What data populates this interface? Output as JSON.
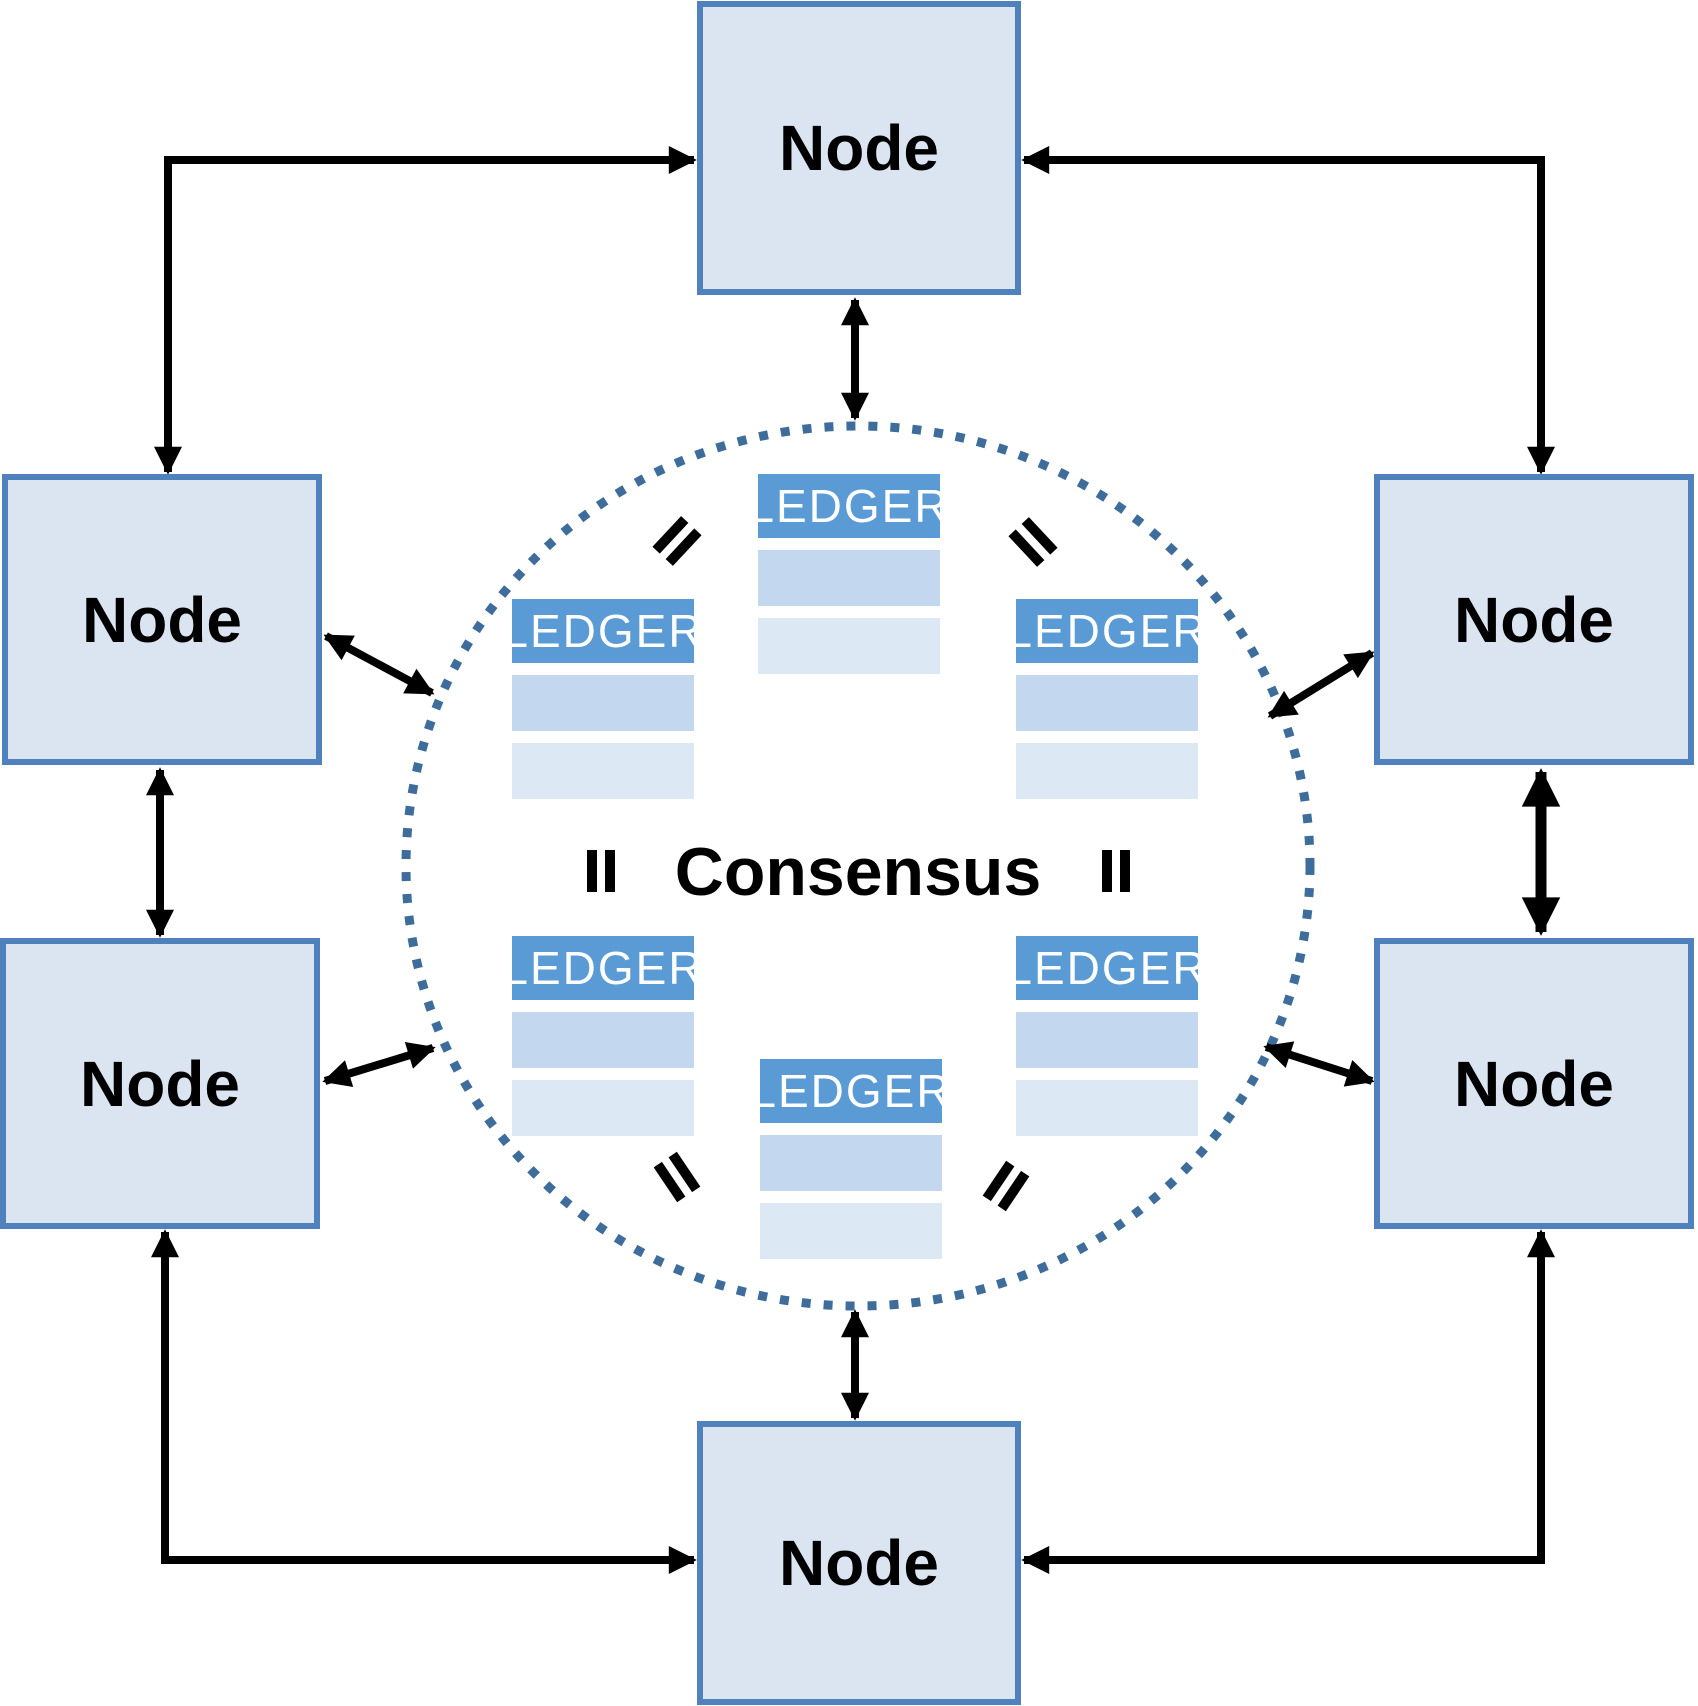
{
  "consensus_label": "Consensus",
  "nodes": [
    {
      "id": "top",
      "label": "Node"
    },
    {
      "id": "upper-left",
      "label": "Node"
    },
    {
      "id": "upper-right",
      "label": "Node"
    },
    {
      "id": "lower-left",
      "label": "Node"
    },
    {
      "id": "lower-right",
      "label": "Node"
    },
    {
      "id": "bottom",
      "label": "Node"
    }
  ],
  "ledgers": [
    {
      "id": "top",
      "label": "LEDGER"
    },
    {
      "id": "upper-left",
      "label": "LEDGER"
    },
    {
      "id": "upper-right",
      "label": "LEDGER"
    },
    {
      "id": "lower-left",
      "label": "LEDGER"
    },
    {
      "id": "lower-right",
      "label": "LEDGER"
    },
    {
      "id": "bottom",
      "label": "LEDGER"
    }
  ],
  "icons": {
    "equals_mark": "= (two parallel bars, rotated toward center)",
    "double_arrow": "double-headed black arrow",
    "corner_connector": "L-shaped double-headed arrow",
    "dotted_circle": "dashed consensus boundary circle"
  },
  "colors": {
    "node_fill": "#dbe5f1",
    "node_border": "#4f81bd",
    "ledger_header": "#5b9bd5",
    "ledger_row_medium": "#c3d8ee",
    "ledger_row_light": "#dde8f5",
    "circle_dotted": "#3e6d9c",
    "arrow": "#000000",
    "label_text": "#000000",
    "ledger_text": "#ffffff"
  }
}
